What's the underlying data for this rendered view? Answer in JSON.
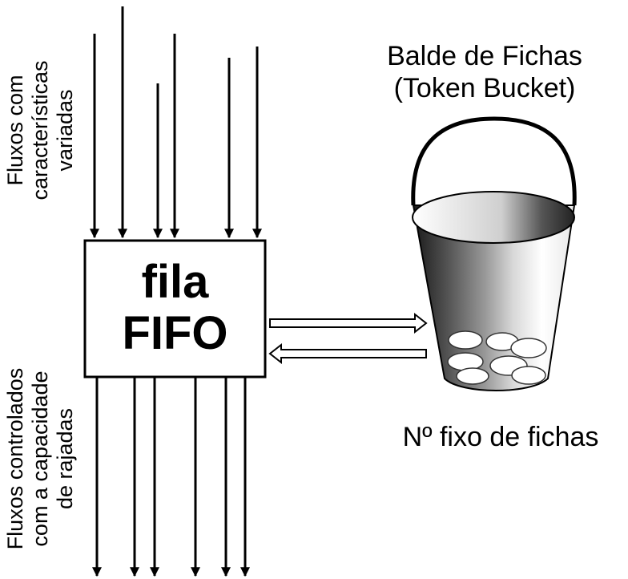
{
  "input_flows_label": [
    "Fluxos com",
    "características",
    "variadas"
  ],
  "output_flows_label": [
    "Fluxos controlados",
    "com a capacidade",
    "de rajadas"
  ],
  "queue": {
    "line1": "fila",
    "line2": "FIFO"
  },
  "bucket": {
    "title_line1": "Balde de Fichas",
    "title_line2": "(Token Bucket)"
  },
  "tokens_label": "Nº fixo de fichas"
}
